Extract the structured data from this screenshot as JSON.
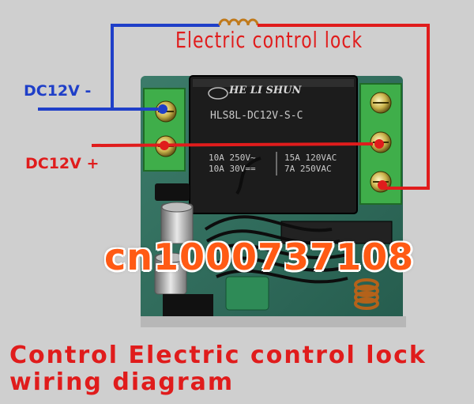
{
  "labels": {
    "lock": "Electric control lock",
    "dc_minus": "DC12V -",
    "dc_plus": "DC12V +",
    "watermark": "cn1000737108",
    "caption_line1": "Control Electric control lock",
    "caption_line2": "wiring diagram"
  },
  "relay": {
    "brand": "HE LI SHUN",
    "model": "HLS8L-DC12V-S-C",
    "spec_left_1": "10A 250V~",
    "spec_left_2": "10A 30V==",
    "spec_right_1": "15A 120VAC",
    "spec_right_2": "7A 250VAC"
  },
  "colors": {
    "wire_negative": "#1f3fc8",
    "wire_positive": "#e01c1c",
    "pcb": "#2e6c5c",
    "terminal_block": "#3fae4a",
    "relay_body": "#1c1c1c",
    "watermark": "#ff5a14"
  }
}
